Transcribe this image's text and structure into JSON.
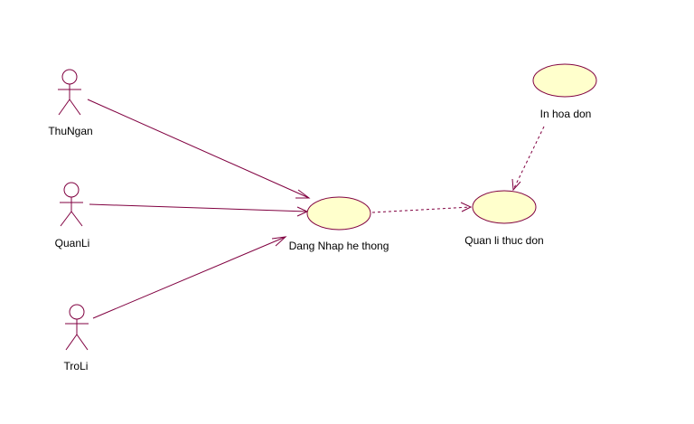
{
  "diagram": {
    "type": "use-case",
    "colors": {
      "line": "#800040",
      "usecase_fill": "#ffffcc",
      "text": "#000000",
      "background": "#ffffff"
    },
    "actors": [
      {
        "id": "thungan",
        "label": "ThuNgan"
      },
      {
        "id": "quanli",
        "label": "QuanLi"
      },
      {
        "id": "troli",
        "label": "TroLi"
      }
    ],
    "use_cases": [
      {
        "id": "dangnhap",
        "label": "Dang Nhap he thong"
      },
      {
        "id": "quanlithucdon",
        "label": "Quan li thuc don"
      },
      {
        "id": "inhoadon",
        "label": "In hoa don"
      }
    ],
    "associations": [
      {
        "from": "thungan",
        "to": "dangnhap",
        "style": "solid"
      },
      {
        "from": "quanli",
        "to": "dangnhap",
        "style": "solid"
      },
      {
        "from": "troli",
        "to": "dangnhap",
        "style": "solid"
      },
      {
        "from": "dangnhap",
        "to": "quanlithucdon",
        "style": "dashed"
      },
      {
        "from": "inhoadon",
        "to": "quanlithucdon",
        "style": "dashed"
      }
    ]
  }
}
